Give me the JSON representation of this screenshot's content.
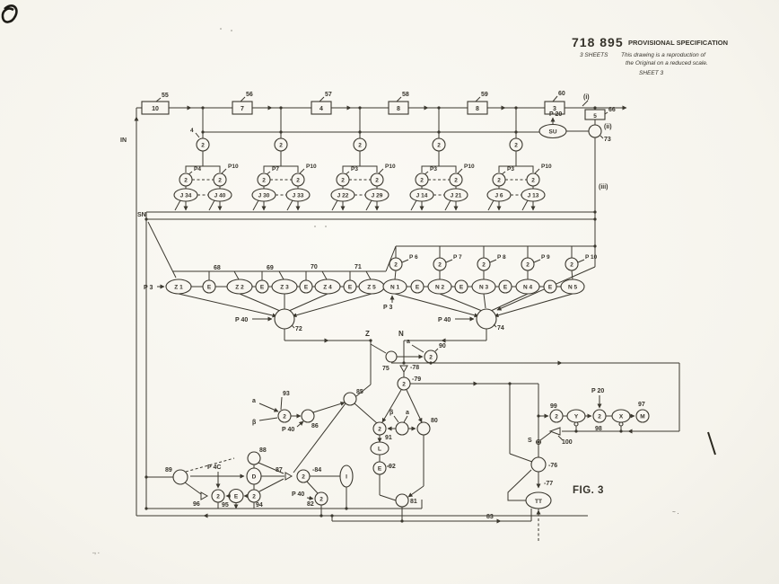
{
  "header": {
    "number": "718 895",
    "doc_type": "PROVISIONAL SPECIFICATION",
    "sheets": "3 SHEETS",
    "note1": "This drawing is a reproduction of",
    "note2": "the Original on a reduced scale.",
    "sheet": "SHEET 3"
  },
  "fig_label": "FIG. 3",
  "in_label": "IN",
  "sn_label": "SN",
  "two": "2",
  "e": "E",
  "roman": {
    "i": "(i)",
    "ii": "(ii)",
    "iii": "(iii)"
  },
  "top": {
    "boxes": [
      {
        "v": "10",
        "r": "55"
      },
      {
        "v": "7",
        "r": "56"
      },
      {
        "v": "4",
        "r": "57"
      },
      {
        "v": "8",
        "r": "58"
      },
      {
        "v": "8",
        "r": "59"
      },
      {
        "v": "3",
        "r": "60"
      }
    ],
    "box5": {
      "v": "5",
      "r": "66"
    },
    "su": "SU",
    "p20": "P 20",
    "r73": "73",
    "w4": "4"
  },
  "jg": [
    {
      "pl": "P4",
      "pr": "P10",
      "jl": "J 34",
      "jr": "J 40"
    },
    {
      "pl": "P7",
      "pr": "P10",
      "jl": "J 30",
      "jr": "J 33"
    },
    {
      "pl": "P3",
      "pr": "P10",
      "jl": "J 22",
      "jr": "J 29"
    },
    {
      "pl": "P3",
      "pr": "P10",
      "jl": "J 14",
      "jr": "J 21"
    },
    {
      "pl": "P3",
      "pr": "P10",
      "jl": "J 6",
      "jr": "J 13"
    }
  ],
  "zrow": {
    "p3": "P 3",
    "cells": [
      "Z 1",
      "Z 2",
      "Z 3",
      "Z 4",
      "Z 5"
    ],
    "refs": [
      "68",
      "69",
      "70",
      "71"
    ],
    "p40": "P 40",
    "r": "72",
    "out": "Z"
  },
  "nrow": {
    "p3": "P 3",
    "cells": [
      "N 1",
      "N 2",
      "N 3",
      "N 4",
      "N 5"
    ],
    "ps": [
      "P 6",
      "P 7",
      "P 8",
      "P 9",
      "P 10"
    ],
    "p40": "P 40",
    "r": "74",
    "out": "N"
  },
  "mid": {
    "r75": "75",
    "a": "a",
    "r90": "90",
    "r78": "-78",
    "r79": "-79",
    "beta": "β",
    "a2": "a",
    "r91": "91",
    "r80": "80",
    "l": "L",
    "r92": "92",
    "r81": "81",
    "r85": "85",
    "r86": "86",
    "r93": "93",
    "p40": "P 40",
    "a3": "a",
    "beta2": "β"
  },
  "left": {
    "r89": "89",
    "p4c": "P 4C",
    "r96": "96",
    "r95": "95",
    "r94": "94",
    "d": "D",
    "r88": "88",
    "r87": "87",
    "r84": "-84",
    "i": "I",
    "p40": "P 40",
    "r82": "82"
  },
  "right": {
    "r99": "99",
    "y": "Y",
    "p20": "P 20",
    "r98": "98",
    "x": "X",
    "m": "M",
    "r97": "97",
    "s": "S",
    "r100": "100",
    "r76": "-76",
    "r77": "-77",
    "tt": "TT",
    "r83": "83"
  }
}
